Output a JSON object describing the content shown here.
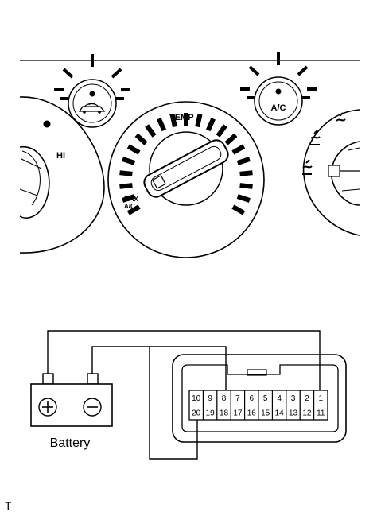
{
  "panel": {
    "temp_label": "TEMP",
    "max_ac_line1": "MAX",
    "max_ac_line2": "A/C",
    "hi_label": "HI",
    "ac_button_label": "A/C"
  },
  "wiring": {
    "battery_label": "Battery",
    "battery_plus": "+",
    "battery_minus": "−",
    "connector_top_row": [
      "10",
      "9",
      "8",
      "7",
      "6",
      "5",
      "4",
      "3",
      "2",
      "1"
    ],
    "connector_bottom_row": [
      "20",
      "19",
      "18",
      "17",
      "16",
      "15",
      "14",
      "13",
      "12",
      "11"
    ]
  },
  "corner_mark": "T",
  "colors": {
    "ink": "#000000",
    "background": "#ffffff"
  },
  "icons": [
    "recirculation-icon",
    "a-c-button-indicator",
    "airflow-mode-icons",
    "battery-symbol",
    "connector-latch"
  ]
}
